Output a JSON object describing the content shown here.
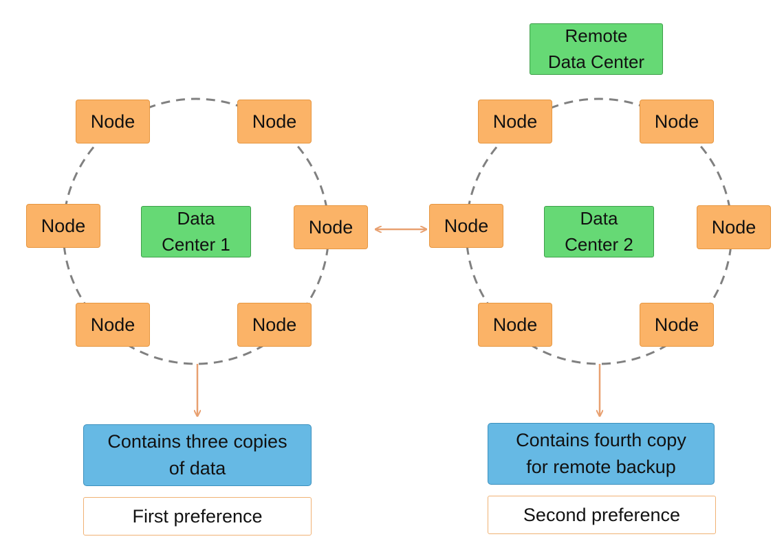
{
  "node_label": "Node",
  "data_center_1": {
    "label": "Data\nCenter 1"
  },
  "data_center_2": {
    "label": "Data\nCenter 2"
  },
  "remote_data_center": {
    "label": "Remote\nData Center"
  },
  "left_info": {
    "text": "Contains three copies\nof data",
    "preference": "First preference"
  },
  "right_info": {
    "text": "Contains fourth copy\nfor remote backup",
    "preference": "Second preference"
  },
  "colors": {
    "node_fill": "#fbb367",
    "data_center_fill": "#66d975",
    "info_fill": "#66b9e4",
    "arrow": "#e8a070",
    "ring_dash": "#808080"
  }
}
